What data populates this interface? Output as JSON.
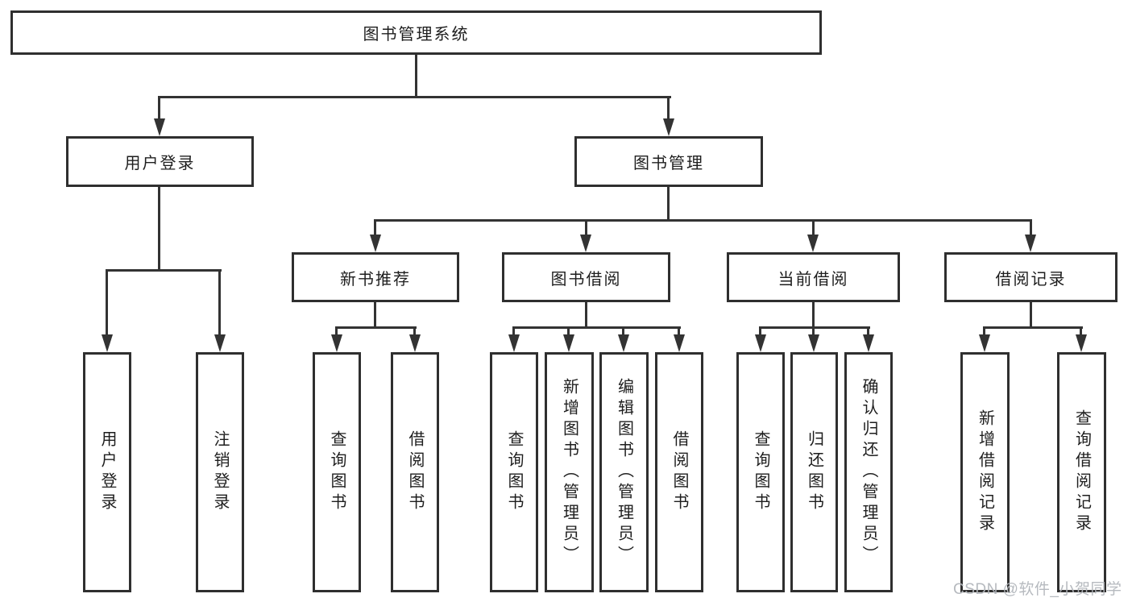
{
  "diagram": {
    "root": {
      "label": "图书管理系统",
      "children": [
        {
          "label": "用户登录",
          "children": [
            {
              "label": "用户登录"
            },
            {
              "label": "注销登录"
            }
          ]
        },
        {
          "label": "图书管理",
          "children": [
            {
              "label": "新书推荐",
              "children": [
                {
                  "label": "查询图书"
                },
                {
                  "label": "借阅图书"
                }
              ]
            },
            {
              "label": "图书借阅",
              "children": [
                {
                  "label": "查询图书"
                },
                {
                  "label": "新增图书（管理员）"
                },
                {
                  "label": "编辑图书（管理员）"
                },
                {
                  "label": "借阅图书"
                }
              ]
            },
            {
              "label": "当前借阅",
              "children": [
                {
                  "label": "查询图书"
                },
                {
                  "label": "归还图书"
                },
                {
                  "label": "确认归还（管理员）"
                }
              ]
            },
            {
              "label": "借阅记录",
              "children": [
                {
                  "label": "新增借阅记录"
                },
                {
                  "label": "查询借阅记录"
                }
              ]
            }
          ]
        }
      ]
    }
  },
  "watermark": "CSDN @软件_小贺同学",
  "colors": {
    "line": "#333333",
    "box_border": "#2f2f2f",
    "text": "#1e1e1e",
    "watermark": "#b2b6bc",
    "background": "#ffffff"
  }
}
